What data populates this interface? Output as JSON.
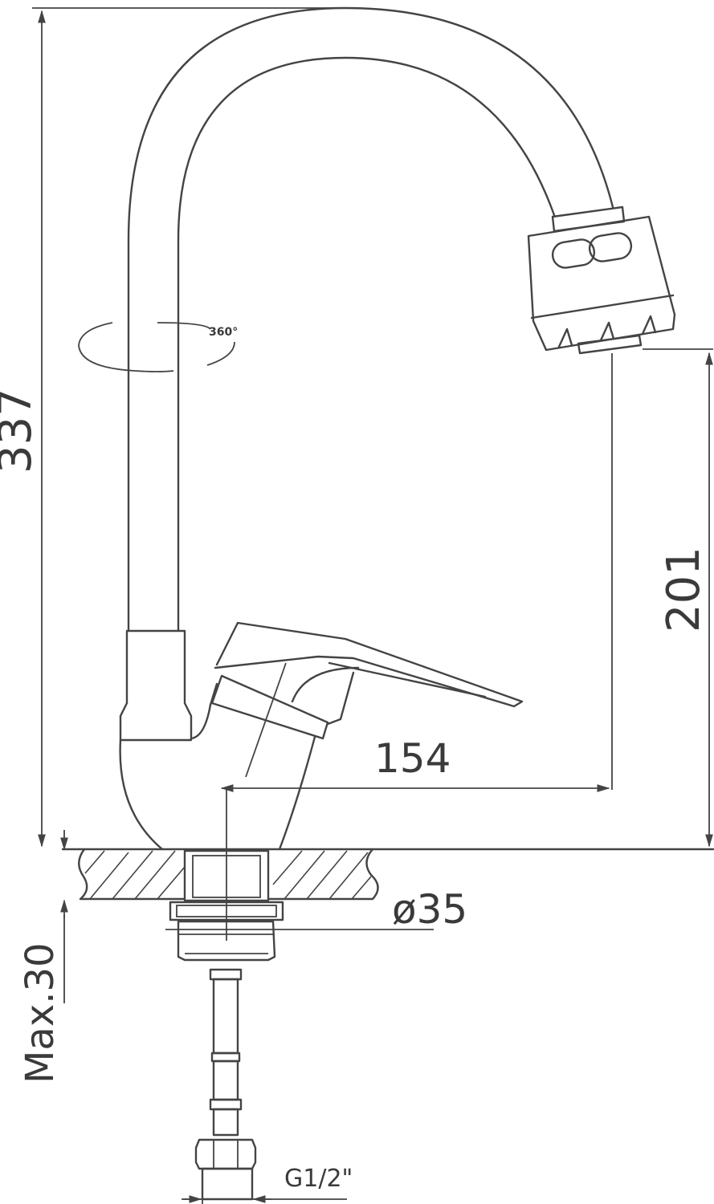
{
  "dimensions": {
    "total_height": "337",
    "spout_height": "201",
    "spout_reach": "154",
    "base_diameter": "ø35",
    "max_thickness": "Max.30",
    "thread": "G1/2\""
  },
  "rotation_label": "360°",
  "colors": {
    "line": "#444444",
    "text": "#3a3a3a",
    "background": "#ffffff"
  }
}
